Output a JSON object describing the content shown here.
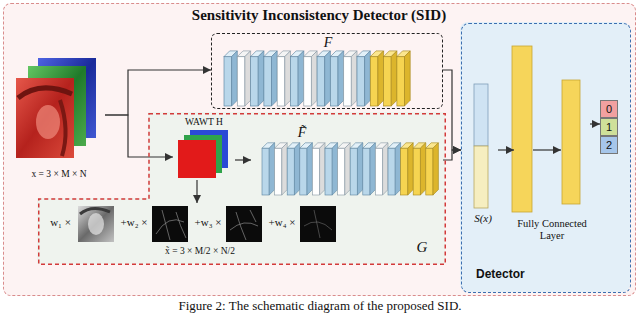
{
  "diagram": {
    "caption": "Figure 2: The schematic diagram of the proposed SID.",
    "nodes": [
      {
        "text": [
          "Sensitivity Inconsistency Detector (SID)"
        ]
      },
      {
        "text": [
          "x = 3 × M × N"
        ],
        "in": 0
      },
      {
        "text": [
          "F"
        ],
        "in": 0
      },
      {
        "text": [
          "G"
        ],
        "in": 0
      },
      {
        "text": [
          "WAWT H"
        ],
        "in": 3
      },
      {
        "text": [
          "F̃"
        ],
        "in": 3
      },
      {
        "text": [
          "Detector"
        ],
        "in": 0
      },
      {
        "text": [
          "S(x)"
        ],
        "in": 6
      },
      {
        "text": [
          "Fully Connected Layer"
        ],
        "in": 6
      },
      {
        "text": [
          "0",
          "1",
          "2"
        ],
        "in": 6
      }
    ],
    "edges": [
      {
        "from": 1,
        "to": 2,
        "arrow": "to"
      },
      {
        "from": 1,
        "to": 4,
        "arrow": "to"
      },
      {
        "from": 4,
        "to": 5,
        "arrow": "to"
      },
      {
        "from": 2,
        "to": 6,
        "arrow": "to"
      },
      {
        "from": 5,
        "to": 6,
        "arrow": "to"
      },
      {
        "from": 7,
        "to": 8,
        "arrow": "to"
      },
      {
        "from": 8,
        "to": 9,
        "arrow": "to"
      }
    ],
    "labels": [
      "w₁ ×",
      "+w₂ ×",
      "+w₃ ×",
      "+w₄ ×",
      "x̃ = 3 × M/2 × N/2"
    ]
  }
}
